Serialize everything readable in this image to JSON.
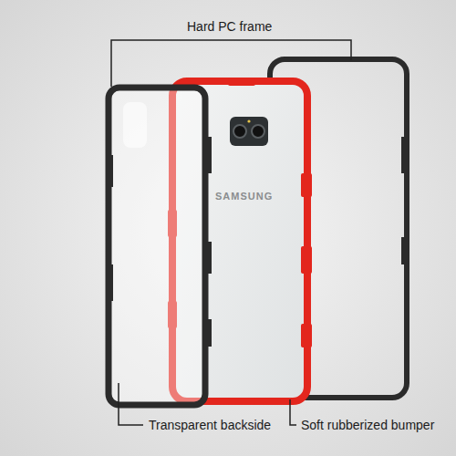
{
  "diagram": {
    "labels": [
      "Hard PC frame",
      "SAMSUNG",
      "Transparent backside",
      "Soft rubberized bumper"
    ]
  }
}
